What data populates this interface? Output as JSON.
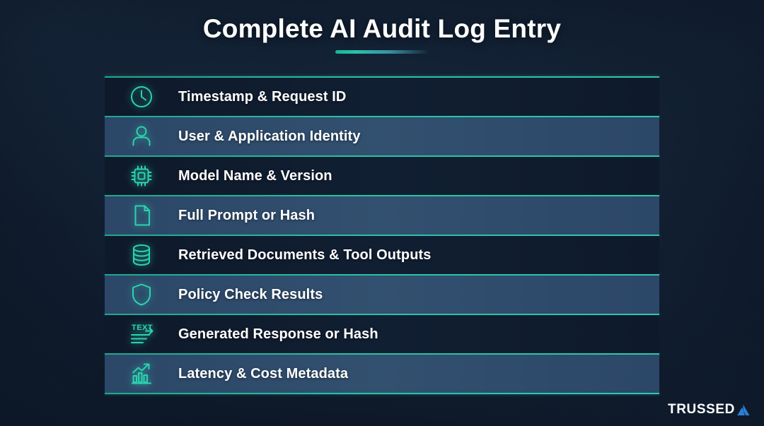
{
  "page": {
    "title": "Complete AI Audit Log Entry",
    "accent_color": "#26c3a6",
    "background_color": "#0d1726",
    "row_dark_color": "#101c2e",
    "row_light_color": "#2f4a6d",
    "text_color": "#ffffff"
  },
  "list": {
    "items": [
      {
        "label": "Timestamp & Request ID",
        "icon": "clock-icon",
        "shade": "dark"
      },
      {
        "label": "User & Application Identity",
        "icon": "user-icon",
        "shade": "light"
      },
      {
        "label": "Model Name & Version",
        "icon": "chip-icon",
        "shade": "dark"
      },
      {
        "label": "Full Prompt or Hash",
        "icon": "document-icon",
        "shade": "light"
      },
      {
        "label": "Retrieved Documents & Tool Outputs",
        "icon": "database-icon",
        "shade": "dark"
      },
      {
        "label": "Policy Check Results",
        "icon": "shield-icon",
        "shade": "light"
      },
      {
        "label": "Generated Response or Hash",
        "icon": "text-flow-icon",
        "shade": "dark"
      },
      {
        "label": "Latency & Cost Metadata",
        "icon": "bar-chart-trend-icon",
        "shade": "light"
      }
    ]
  },
  "logo": {
    "text": "TRUSSED",
    "mark": "triangle-mark",
    "mark_color": "#2b7fd4"
  }
}
